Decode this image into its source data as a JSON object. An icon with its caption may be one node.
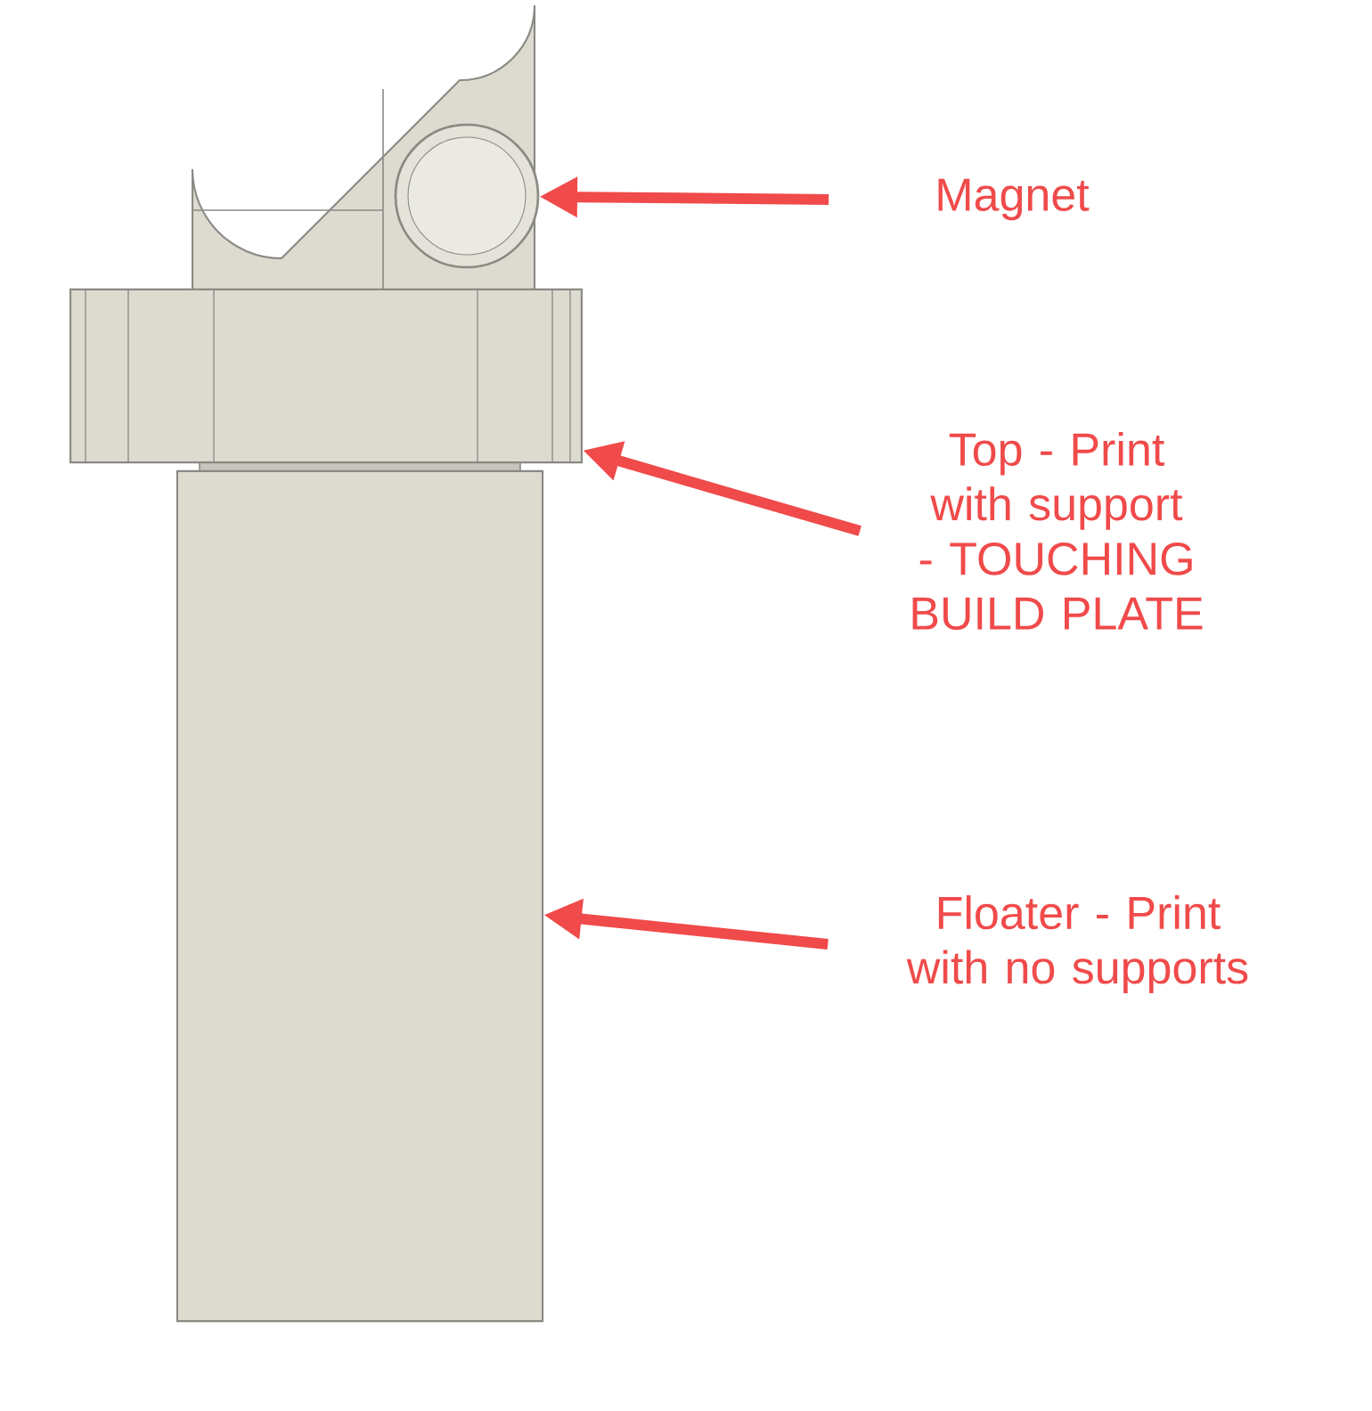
{
  "diagram": {
    "nodes": [
      {
        "text": [],
        "shape": "circle"
      },
      {
        "text": [
          "Magnet"
        ]
      },
      {
        "text": [],
        "shape": "box"
      },
      {
        "text": [
          "Top - Print with support - TOUCHING BUILD PLATE"
        ]
      },
      {
        "text": [],
        "shape": "cylinder"
      },
      {
        "text": [
          "Floater - Print with no supports"
        ]
      }
    ],
    "edges": [
      {
        "from": 1,
        "to": 0,
        "arrow": "to"
      },
      {
        "from": 3,
        "to": 2,
        "arrow": "to"
      },
      {
        "from": 5,
        "to": 4,
        "arrow": "to"
      }
    ]
  }
}
